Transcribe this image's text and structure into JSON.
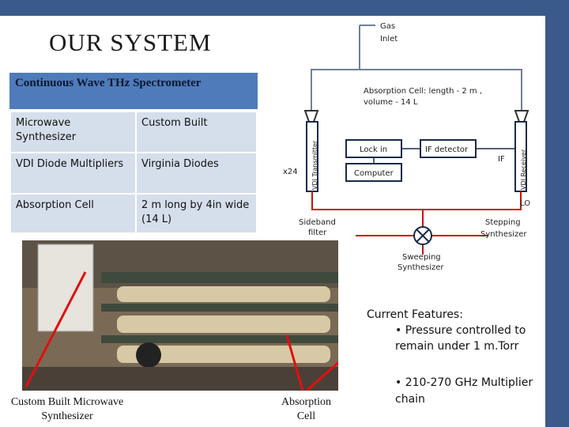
{
  "slide": {
    "title": "OUR SYSTEM",
    "subtitle": "Continuous Wave THz Spectrometer"
  },
  "spec_table": {
    "rows": [
      {
        "component": "Microwave Synthesizer",
        "value": "Custom Built"
      },
      {
        "component": "VDI Diode Multipliers",
        "value": "Virginia Diodes"
      },
      {
        "component": "Absorption Cell",
        "value": "2 m long by 4in wide (14 L)"
      }
    ]
  },
  "diagram": {
    "gas_inlet": "Gas Inlet",
    "absorption_cell_line1": "Absorption Cell: length - 2 m ,",
    "absorption_cell_line2": "volume - 14 L",
    "transmitter": "VDI Transmitter",
    "receiver": "VDI Receiver",
    "lock_in": "Lock in",
    "if_detector": "IF detector",
    "if_label": "IF",
    "computer": "Computer",
    "multiplier": "x24",
    "lo": "LO",
    "sideband_filter": "Sideband filter",
    "stepping_synthesizer": "Stepping Synthesizer",
    "sweeping_synthesizer": "Sweeping Synthesizer",
    "line_color": "#cc1111",
    "box_border_color": "#1a2a4a"
  },
  "features": {
    "heading": "Current Features:",
    "item1_line1": "• Pressure controlled to",
    "item1_line2": "remain under 1 m.Torr",
    "item2": "• 210-270 GHz Multiplier chain"
  },
  "captions": {
    "left": "Custom Built Microwave Synthesizer",
    "right": "Absorption Cell"
  },
  "colors": {
    "header_band": "#4f7bbb",
    "table_fill": "#d5deeb",
    "frame_blue": "#3a5a8c"
  }
}
